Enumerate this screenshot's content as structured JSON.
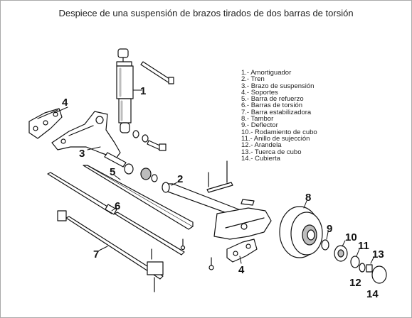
{
  "title": "Despiece de una suspensión de brazos tirados de dos barras de torsión",
  "legend": [
    "1.- Amortiguador",
    "2.- Tren",
    "3.- Brazo de suspensión",
    "4.- Soportes",
    "5.- Barra de refuerzo",
    "6.- Barras de torsión",
    "7.- Barra estabilizadora",
    "8.- Tambor",
    "9.- Deflector",
    "10.- Rodamiento de cubo",
    "11.- Anillo de sujección",
    "12.- Arandela",
    "13.- Tuerca de cubo",
    "14.- Cubierta"
  ],
  "callouts": {
    "n1": "1",
    "n2": "2",
    "n3": "3",
    "n4a": "4",
    "n4b": "4",
    "n5": "5",
    "n6": "6",
    "n7": "7",
    "n8": "8",
    "n9": "9",
    "n10": "10",
    "n11": "11",
    "n12": "12",
    "n13": "13",
    "n14": "14"
  },
  "colors": {
    "line": "#111111",
    "fill": "#ffffff",
    "shade": "#bdbdbd",
    "border": "#a9a9a9"
  }
}
